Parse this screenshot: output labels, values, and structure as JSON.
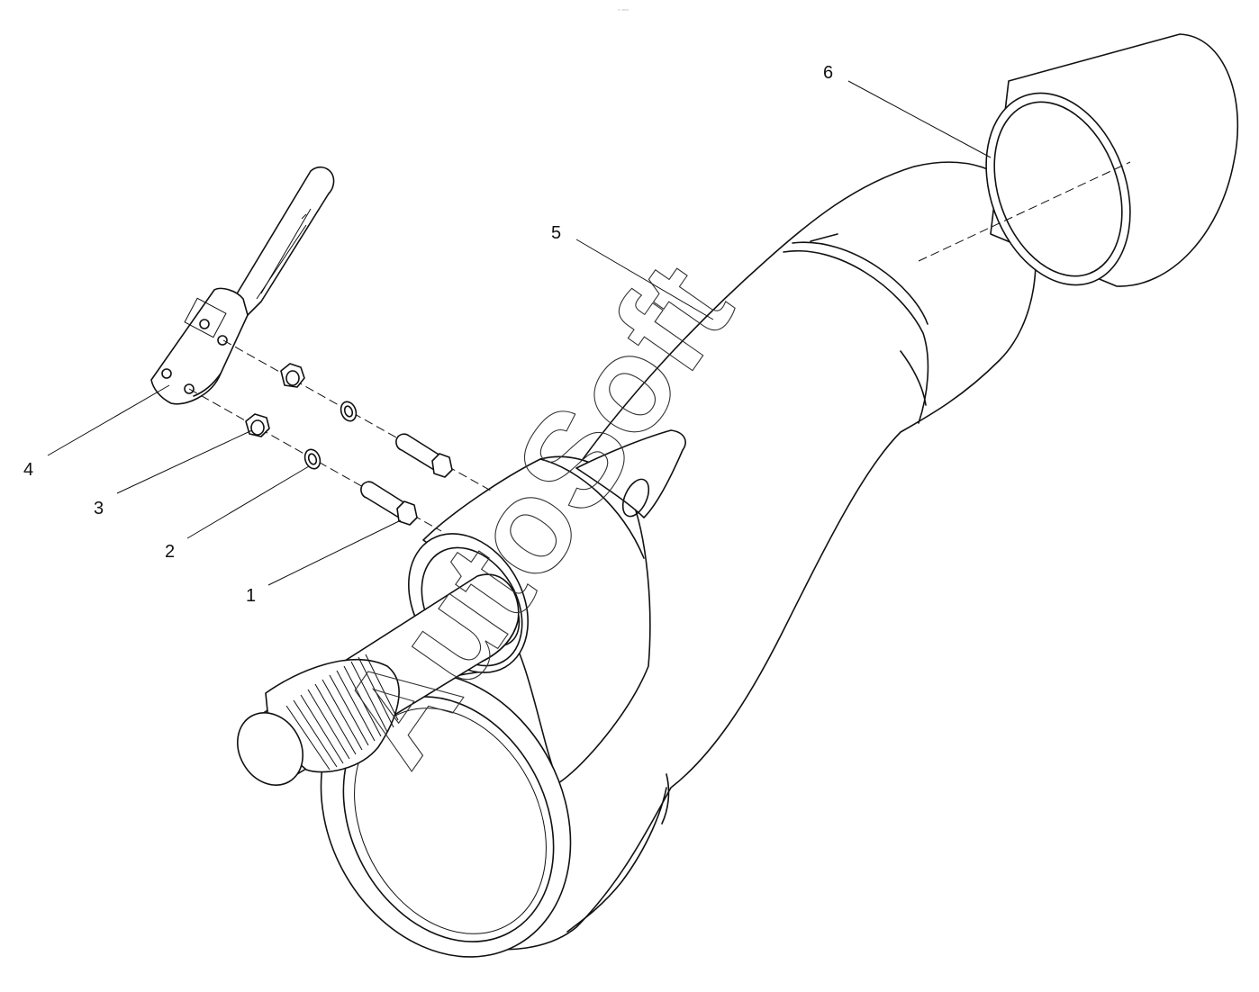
{
  "header_mark": "▫ ▫▫▫",
  "watermark": "AutoSoft",
  "callouts": [
    {
      "number": "1",
      "part": "bolt"
    },
    {
      "number": "2",
      "part": "lock-washer"
    },
    {
      "number": "3",
      "part": "nut"
    },
    {
      "number": "4",
      "part": "lever"
    },
    {
      "number": "5",
      "part": "swivel-housing"
    },
    {
      "number": "6",
      "part": "bushing"
    }
  ]
}
